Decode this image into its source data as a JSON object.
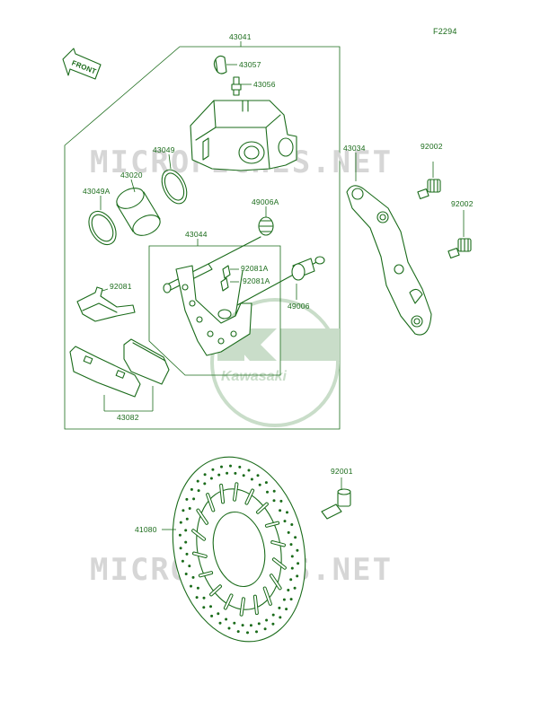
{
  "figure_code": "F2294",
  "front_label": "FRONT",
  "watermark_text": "MICROFICHES.NET",
  "logo_text": "Kawasaki",
  "colors": {
    "ink": "#1a6b1a",
    "watermark": "#d6d6d6",
    "logo": "#c9ddc9"
  },
  "labels": {
    "l43041": "43041",
    "l43057": "43057",
    "l43056": "43056",
    "l43049": "43049",
    "l43020": "43020",
    "l43049A": "43049A",
    "l49006A": "49006A",
    "l43044": "43044",
    "l92081A_1": "92081A",
    "l92081A_2": "92081A",
    "l92081": "92081",
    "l49006": "49006",
    "l43082": "43082",
    "l43034": "43034",
    "l92002_1": "92002",
    "l92002_2": "92002",
    "l92001": "92001",
    "l41080": "41080"
  }
}
